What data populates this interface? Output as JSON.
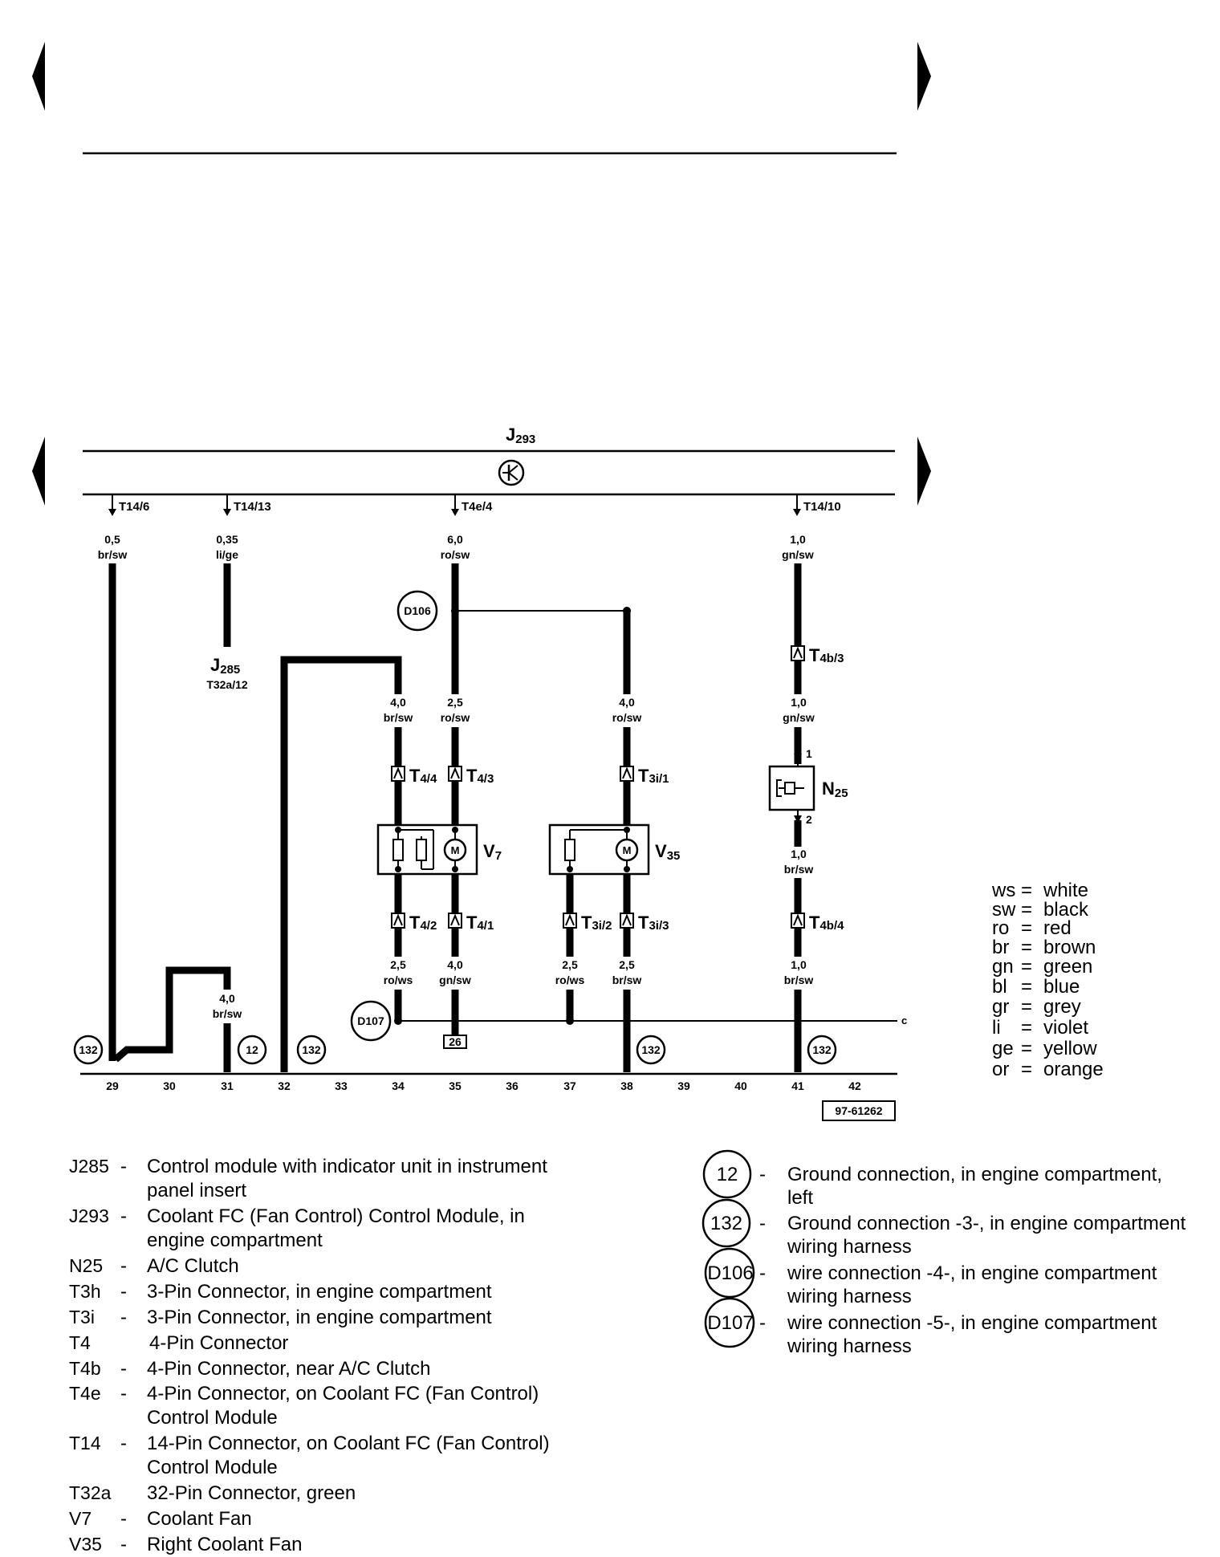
{
  "nav": {
    "prev_icon": "triangle-left-icon",
    "next_icon": "triangle-right-icon"
  },
  "diagram": {
    "module_label": "J",
    "module_sub": "293",
    "connectors_top": [
      "T14/6",
      "T14/13",
      "T4e/4",
      "T14/10"
    ],
    "wires": {
      "w1_size": "0,5",
      "w1_color": "br/sw",
      "w2_size": "0,35",
      "w2_color": "li/ge",
      "w3_size": "6,0",
      "w3_color": "ro/sw",
      "w4_size": "1,0",
      "w4_color": "gn/sw",
      "w5_size": "4,0",
      "w5_color": "br/sw",
      "w6_size": "2,5",
      "w6_color": "ro/sw",
      "w7_size": "4,0",
      "w7_color": "ro/sw",
      "w8_size": "1,0",
      "w8_color": "gn/sw",
      "w9_size": "1,0",
      "w9_color": "br/sw",
      "w10_size": "2,5",
      "w10_color": "ro/ws",
      "w11_size": "4,0",
      "w11_color": "gn/sw",
      "w12_size": "2,5",
      "w12_color": "ro/ws",
      "w13_size": "2,5",
      "w13_color": "br/sw",
      "w14_size": "1,0",
      "w14_color": "br/sw",
      "w15_size": "4,0",
      "w15_color": "br/sw"
    },
    "j285_label": "J",
    "j285_sub": "285",
    "j285_pin": "T32a/12",
    "d106": "D106",
    "d107": "D107",
    "conn_t44_main": "T",
    "conn_t44_sub": "4/4",
    "conn_t43_main": "T",
    "conn_t43_sub": "4/3",
    "conn_t3i1_main": "T",
    "conn_t3i1_sub": "3i/1",
    "conn_t4b3_main": "T",
    "conn_t4b3_sub": "4b/3",
    "conn_t42_main": "T",
    "conn_t42_sub": "4/2",
    "conn_t41_main": "T",
    "conn_t41_sub": "4/1",
    "conn_t3i2_main": "T",
    "conn_t3i2_sub": "3i/2",
    "conn_t3i3_main": "T",
    "conn_t3i3_sub": "3i/3",
    "conn_t4b4_main": "T",
    "conn_t4b4_sub": "4b/4",
    "v7_main": "V",
    "v7_sub": "7",
    "v35_main": "V",
    "v35_sub": "35",
    "n25_main": "N",
    "n25_sub": "25",
    "n25_pin1": "1",
    "n25_pin2": "2",
    "motor_symbol": "M",
    "ref_26": "26",
    "edge_c": "c",
    "ground_132": "132",
    "ground_12": "12",
    "columns": [
      "29",
      "30",
      "31",
      "32",
      "33",
      "34",
      "35",
      "36",
      "37",
      "38",
      "39",
      "40",
      "41",
      "42"
    ],
    "drawing_id": "97-61262"
  },
  "color_legend": [
    {
      "code": "ws",
      "name": "white"
    },
    {
      "code": "sw",
      "name": "black"
    },
    {
      "code": "ro",
      "name": "red"
    },
    {
      "code": "br",
      "name": "brown"
    },
    {
      "code": "gn",
      "name": "green"
    },
    {
      "code": "bl",
      "name": "blue"
    },
    {
      "code": "gr",
      "name": "grey"
    },
    {
      "code": "li",
      "name": "violet"
    },
    {
      "code": "ge",
      "name": "yellow"
    },
    {
      "code": "or",
      "name": "orange"
    }
  ],
  "legend_left": [
    {
      "code": "J285",
      "dash": "-",
      "l1": "Control module with indicator unit in instrument",
      "l2": "panel insert"
    },
    {
      "code": "J293",
      "dash": "-",
      "l1": "Coolant FC (Fan Control) Control Module, in",
      "l2": "engine compartment"
    },
    {
      "code": "N25",
      "dash": "-",
      "l1": "A/C Clutch",
      "l2": ""
    },
    {
      "code": "T3h",
      "dash": "-",
      "l1": "3-Pin Connector, in engine compartment",
      "l2": ""
    },
    {
      "code": "T3i",
      "dash": "-",
      "l1": "3-Pin Connector, in engine compartment",
      "l2": ""
    },
    {
      "code": "T4",
      "dash": "",
      "l1": "4-Pin Connector",
      "l2": ""
    },
    {
      "code": "T4b",
      "dash": "-",
      "l1": "4-Pin Connector, near A/C Clutch",
      "l2": ""
    },
    {
      "code": "T4e",
      "dash": "-",
      "l1": "4-Pin Connector, on Coolant FC (Fan Control)",
      "l2": "Control Module"
    },
    {
      "code": "T14",
      "dash": "-",
      "l1": "14-Pin Connector, on Coolant FC (Fan Control)",
      "l2": "Control Module"
    },
    {
      "code": "T32a",
      "dash": "",
      "l1": "32-Pin Connector, green",
      "l2": ""
    },
    {
      "code": "V7",
      "dash": "-",
      "l1": "Coolant Fan",
      "l2": ""
    },
    {
      "code": "V35",
      "dash": "-",
      "l1": "Right Coolant Fan",
      "l2": ""
    }
  ],
  "legend_right": [
    {
      "code": "12",
      "dash": "-",
      "l1": "Ground connection, in engine compartment,",
      "l2": "left"
    },
    {
      "code": "132",
      "dash": "-",
      "l1": "Ground connection -3-, in engine compartment",
      "l2": "wiring harness"
    },
    {
      "code": "D106",
      "dash": "-",
      "l1": "wire connection -4-, in engine compartment",
      "l2": "wiring harness"
    },
    {
      "code": "D107",
      "dash": "-",
      "l1": "wire connection -5-, in engine compartment",
      "l2": "wiring harness"
    }
  ]
}
